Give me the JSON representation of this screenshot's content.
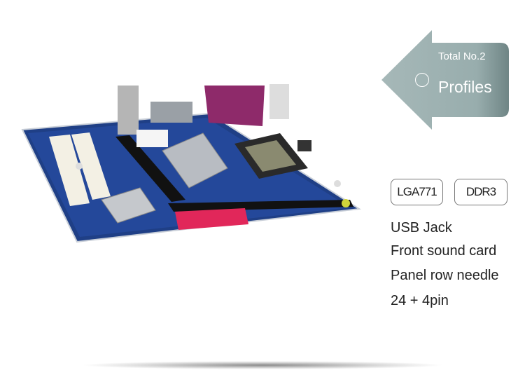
{
  "badge": {
    "total": "Total No.2",
    "title": "Profiles",
    "color": "#9fb3b3"
  },
  "tags": [
    "LGA771",
    "DDR3"
  ],
  "features": [
    "USB Jack",
    "Front sound card",
    "Panel row needle",
    "24 + 4pin"
  ]
}
